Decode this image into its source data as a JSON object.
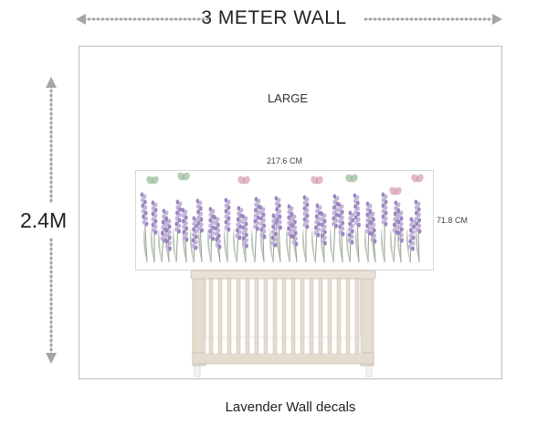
{
  "wall": {
    "title": "3 METER WALL",
    "height_label": "2.4M"
  },
  "decal": {
    "size_label": "LARGE",
    "width_measure": "217.6 CM",
    "height_measure": "71.8 CM"
  },
  "caption": "Lavender Wall decals",
  "colors": {
    "lavender": "#9b86c2",
    "lavender_light": "#c3b3dc",
    "stem": "#8f9e8a",
    "butterfly_pink": "#e5b8c4",
    "butterfly_green": "#b4d0b2",
    "wood": "#e3dccf",
    "wood_dark": "#c9bfae",
    "mattress": "#ffffff",
    "arrow_gray": "#a5a5a5"
  }
}
